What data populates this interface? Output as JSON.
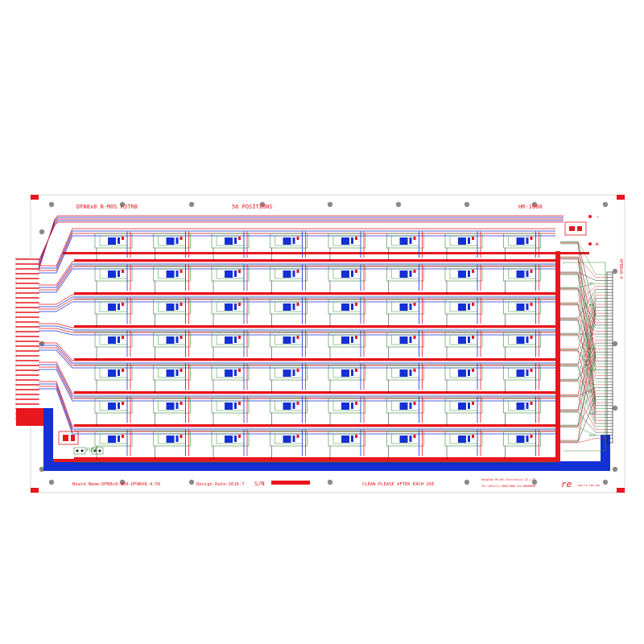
{
  "header": {
    "left_title": "DFN8x8 N-MOS H3TRB",
    "center_title": "56 POSITIONS",
    "right_title": "HR-1680"
  },
  "polarity": {
    "negative": "-",
    "positive": "+"
  },
  "connector": {
    "name": "DFN8x8-4",
    "pin_labels": [
      "NO1",
      "NO9",
      "NO17",
      "NO25",
      "NO33",
      "NO41",
      "NO49",
      "NO56"
    ]
  },
  "fuse_label": "FUSE",
  "footer": {
    "board_name": "Board Name:DFN8x8-N00-DFN8X8-4-56",
    "design_date": "Design Date:2016-7",
    "serial_label": "S/N",
    "notice": "CLEAN PLEASE AFTER EACH USE",
    "company_line_1": "HangZhou HE-REL Electronics CO.,LTD",
    "company_line_2": "TEL:+86(571)-8888-8888  FAX:88888888",
    "logo_text": "re",
    "company_site": "www.re-lab.com"
  },
  "grid": {
    "rows": 7,
    "cols": 8
  },
  "colors": {
    "board_outline": "#d9d9d9",
    "silkscreen_red": "#e8161d",
    "top_copper": "#e8161d",
    "bottom_copper": "#1530d4",
    "green_trace": "#3c8c3c",
    "dark_trace": "#1a1a1a",
    "mount_hole": "#8a8a8a"
  }
}
